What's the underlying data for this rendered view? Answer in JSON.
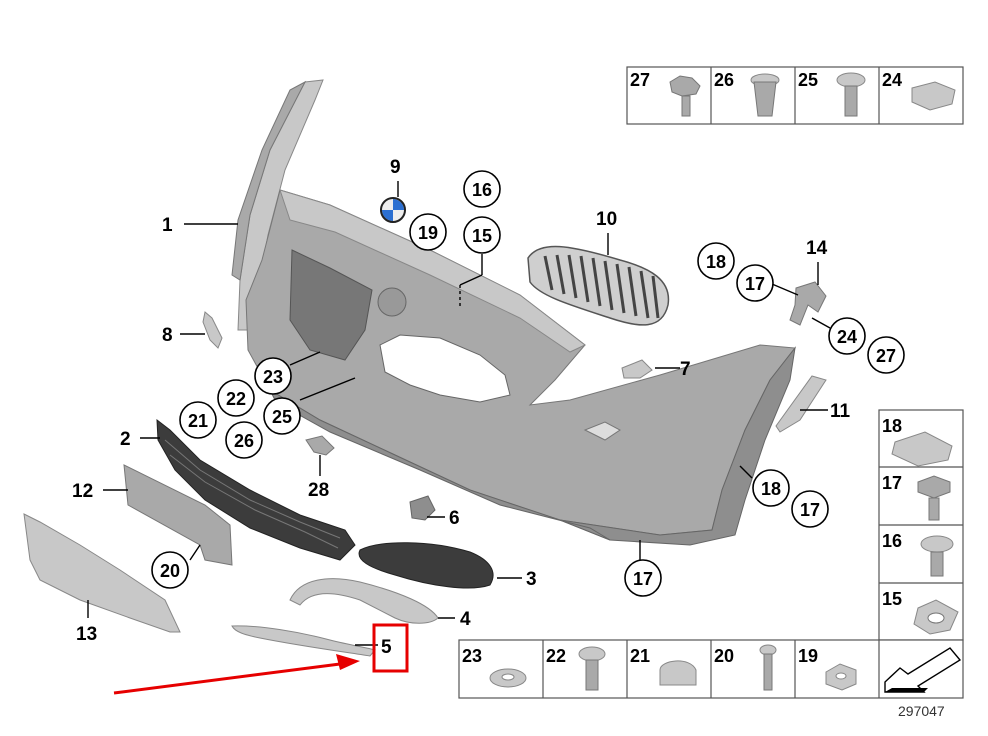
{
  "diagram_id": "297047",
  "callouts": [
    {
      "id": "c1",
      "text": "1"
    },
    {
      "id": "c2",
      "text": "2"
    },
    {
      "id": "c3",
      "text": "3"
    },
    {
      "id": "c4",
      "text": "4"
    },
    {
      "id": "c5",
      "text": "5"
    },
    {
      "id": "c6",
      "text": "6"
    },
    {
      "id": "c7",
      "text": "7"
    },
    {
      "id": "c8",
      "text": "8"
    },
    {
      "id": "c9",
      "text": "9"
    },
    {
      "id": "c10",
      "text": "10"
    },
    {
      "id": "c11",
      "text": "11"
    },
    {
      "id": "c12",
      "text": "12"
    },
    {
      "id": "c13",
      "text": "13"
    },
    {
      "id": "c14",
      "text": "14"
    },
    {
      "id": "c28",
      "text": "28"
    }
  ],
  "circled_callouts": [
    {
      "text": "16"
    },
    {
      "text": "15"
    },
    {
      "text": "19"
    },
    {
      "text": "18"
    },
    {
      "text": "17"
    },
    {
      "text": "24"
    },
    {
      "text": "27"
    },
    {
      "text": "21"
    },
    {
      "text": "22"
    },
    {
      "text": "23"
    },
    {
      "text": "25"
    },
    {
      "text": "26"
    },
    {
      "text": "20"
    },
    {
      "text": "18"
    },
    {
      "text": "17"
    },
    {
      "text": "17"
    }
  ],
  "top_hardware": [
    {
      "text": "27"
    },
    {
      "text": "26"
    },
    {
      "text": "25"
    },
    {
      "text": "24"
    }
  ],
  "right_hardware": [
    {
      "text": "18"
    },
    {
      "text": "17"
    },
    {
      "text": "16"
    },
    {
      "text": "15"
    }
  ],
  "bottom_hardware": [
    {
      "text": "23"
    },
    {
      "text": "22"
    },
    {
      "text": "21"
    },
    {
      "text": "20"
    },
    {
      "text": "19"
    }
  ],
  "highlight": {
    "text": "5",
    "color": "#e60000"
  },
  "arrow_color": "#e60000"
}
